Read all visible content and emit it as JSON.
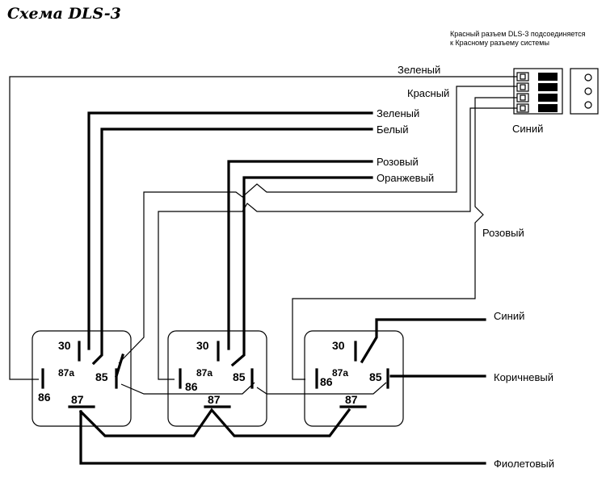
{
  "title": "Схема DLS-3",
  "note": {
    "line1": "Красный разъем DLS-3 подсоединяется",
    "line2": "к Красному разъему системы"
  },
  "wire_labels": {
    "green_top": "Зеленый",
    "red": "Красный",
    "green": "Зеленый",
    "white": "Белый",
    "pink": "Розовый",
    "orange": "Оранжевый",
    "pink_right": "Розовый",
    "blue_connector": "Синий",
    "blue": "Синий",
    "brown": "Коричневый",
    "violet": "Фиолетовый"
  },
  "pins": {
    "p30": "30",
    "p87a": "87a",
    "p85": "85",
    "p86": "86",
    "p87": "87"
  }
}
